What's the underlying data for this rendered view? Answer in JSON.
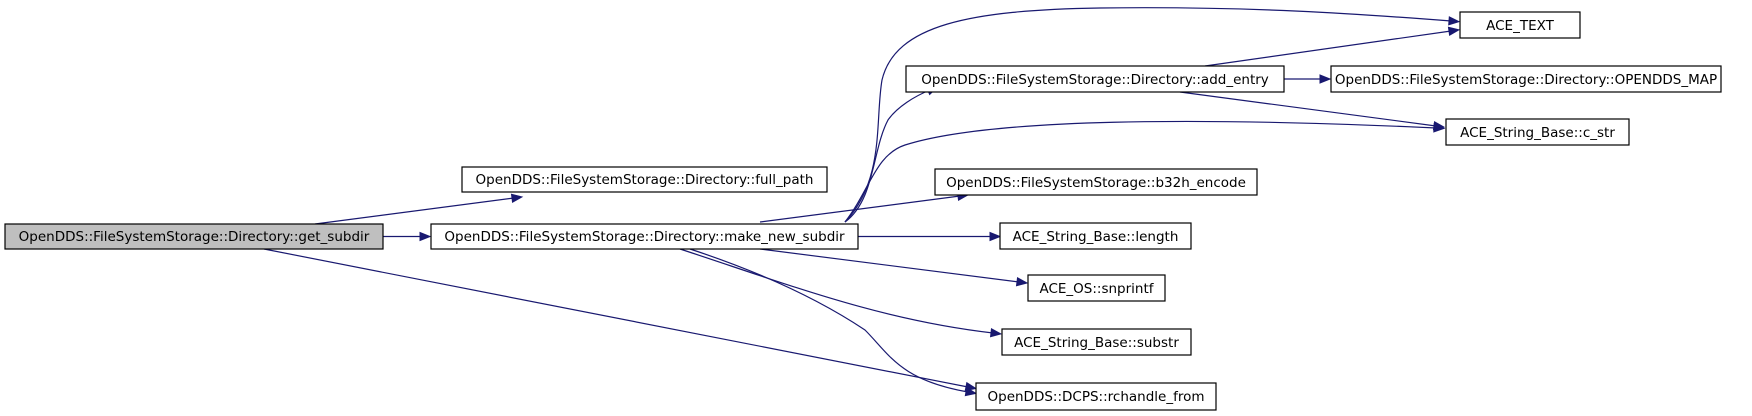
{
  "graph": {
    "colors": {
      "edge": "#191970",
      "node_fill": "#ffffff",
      "root_fill": "#bfbfbf",
      "node_border": "#000000"
    },
    "nodes": [
      {
        "id": "get_subdir",
        "label": "OpenDDS::FileSystemStorage::Directory::get_subdir",
        "root": true
      },
      {
        "id": "full_path",
        "label": "OpenDDS::FileSystemStorage::Directory::full_path"
      },
      {
        "id": "make_new_subdir",
        "label": "OpenDDS::FileSystemStorage::Directory::make_new_subdir"
      },
      {
        "id": "ace_text",
        "label": "ACE_TEXT"
      },
      {
        "id": "add_entry",
        "label": "OpenDDS::FileSystemStorage::Directory::add_entry"
      },
      {
        "id": "opendds_map",
        "label": "OpenDDS::FileSystemStorage::Directory::OPENDDS_MAP"
      },
      {
        "id": "c_str",
        "label": "ACE_String_Base::c_str"
      },
      {
        "id": "b32h_encode",
        "label": "OpenDDS::FileSystemStorage::b32h_encode"
      },
      {
        "id": "length",
        "label": "ACE_String_Base::length"
      },
      {
        "id": "snprintf",
        "label": "ACE_OS::snprintf"
      },
      {
        "id": "substr",
        "label": "ACE_String_Base::substr"
      },
      {
        "id": "rchandle_from",
        "label": "OpenDDS::DCPS::rchandle_from"
      }
    ],
    "edges": [
      {
        "from": "get_subdir",
        "to": "full_path"
      },
      {
        "from": "get_subdir",
        "to": "make_new_subdir"
      },
      {
        "from": "get_subdir",
        "to": "rchandle_from"
      },
      {
        "from": "make_new_subdir",
        "to": "ace_text"
      },
      {
        "from": "make_new_subdir",
        "to": "add_entry"
      },
      {
        "from": "make_new_subdir",
        "to": "c_str"
      },
      {
        "from": "make_new_subdir",
        "to": "b32h_encode"
      },
      {
        "from": "make_new_subdir",
        "to": "length"
      },
      {
        "from": "make_new_subdir",
        "to": "snprintf"
      },
      {
        "from": "make_new_subdir",
        "to": "substr"
      },
      {
        "from": "make_new_subdir",
        "to": "rchandle_from"
      },
      {
        "from": "add_entry",
        "to": "ace_text"
      },
      {
        "from": "add_entry",
        "to": "opendds_map"
      },
      {
        "from": "add_entry",
        "to": "c_str"
      }
    ]
  }
}
